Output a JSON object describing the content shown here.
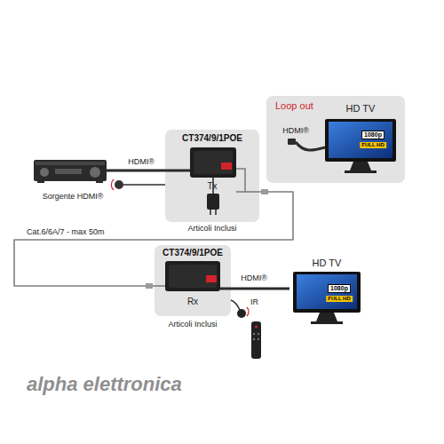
{
  "diagram": {
    "nodes": [
      {
        "text": [
          "Sorgente HDMI®"
        ]
      },
      {
        "text": [
          "CT374/9/1POE",
          "Tx",
          "Articoli Inclusi"
        ]
      },
      {
        "text": [
          "Loop out"
        ]
      },
      {
        "text": [
          "HD TV",
          "1080p",
          "FULL HD"
        ],
        "in": 2
      },
      {
        "text": [
          "CT374/9/1POE",
          "Rx",
          "Articoli Inclusi"
        ]
      },
      {
        "text": [
          "HD TV",
          "1080p",
          "FULL HD"
        ]
      }
    ],
    "edges": [
      {
        "from": 0,
        "to": 1,
        "arrow": "none",
        "label": "HDMI®"
      },
      {
        "from": 1,
        "to": 4,
        "arrow": "none",
        "label": "Cat.6/6A/7 - max 50m"
      },
      {
        "from": 4,
        "to": 5,
        "arrow": "none",
        "label": "HDMI®"
      }
    ],
    "labels": [
      "HDMI®",
      "IR",
      "alpha elettronica"
    ]
  }
}
